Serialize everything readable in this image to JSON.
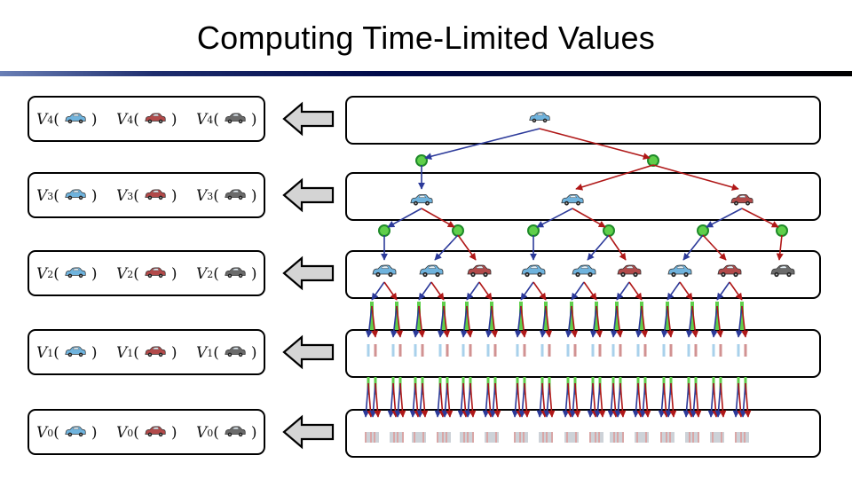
{
  "title": "Computing Time-Limited Values",
  "levels": [
    {
      "symbol": "V",
      "subscript": "4"
    },
    {
      "symbol": "V",
      "subscript": "3"
    },
    {
      "symbol": "V",
      "subscript": "2"
    },
    {
      "symbol": "V",
      "subscript": "1"
    },
    {
      "symbol": "V",
      "subscript": "0"
    }
  ],
  "paren_open": "(",
  "paren_close": ")",
  "states": [
    "blue-car-icon",
    "red-car-icon",
    "gray-car-icon"
  ],
  "colors": {
    "blue_car": "#6fb3dd",
    "red_car": "#b24a4a",
    "gray_car": "#6b6b6b",
    "blue_edge": "#2c3a9a",
    "red_edge": "#b01818",
    "chance_node_fill": "#5fcf4a",
    "chance_node_stroke": "#1f8a2a",
    "arrow_fill": "#d4d4d4"
  }
}
